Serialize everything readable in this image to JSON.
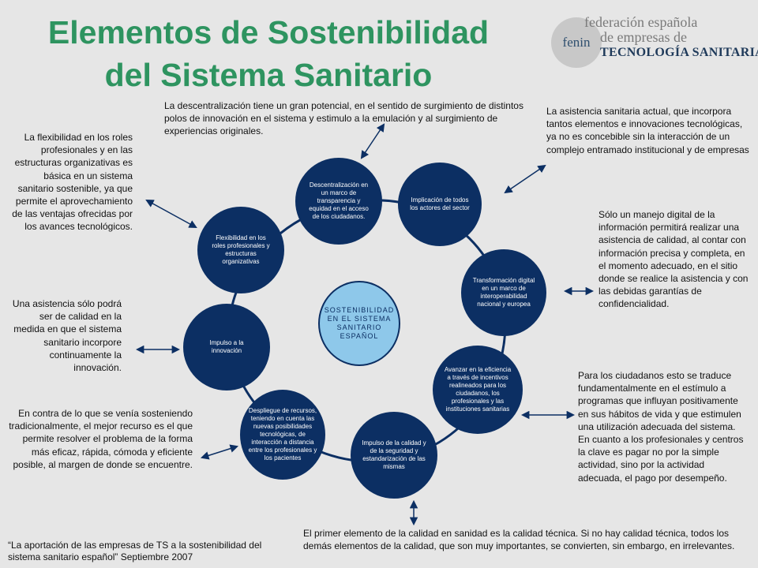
{
  "title": {
    "line1": "Elementos de Sostenibilidad",
    "line2": "del Sistema  Sanitario"
  },
  "logo": {
    "mark": "fenin",
    "line1": "federación española",
    "line2": "de empresas de",
    "line3": "TECNOLOGÍA SANITARIA"
  },
  "center": {
    "label": "SOSTENIBILIDAD\nEN EL SISTEMA\nSANITARIO\nESPAÑOL"
  },
  "nodes": [
    {
      "label": "Descentralización en un marco de transparencia y equidad en el acceso de los ciudadanos."
    },
    {
      "label": "Implicación de todos los actores del sector"
    },
    {
      "label": "Transformación digital en un marco de interoperabilidad nacional y europea"
    },
    {
      "label": "Avanzar en la eficiencia a través de incentivos realineados para los ciudadanos, los profesionales y las instituciones sanitarias"
    },
    {
      "label": "Impulso de la calidad y de la seguridad y estandarización de las mismas"
    },
    {
      "label": "Despliegue de recursos, teniendo en cuenta las nuevas posibilidades tecnológicas, de interacción a distancia entre los profesionales y los pacientes"
    },
    {
      "label": "Impulso a la innovación"
    },
    {
      "label": "Flexibilidad en los roles profesionales y estructuras organizativas"
    }
  ],
  "notes": {
    "top_center": "La descentralización tiene un gran potencial, en el sentido de surgimiento de distintos polos de innovación en el sistema y estimulo a la emulación y al surgimiento de experiencias originales.",
    "top_right": "La asistencia sanitaria actual, que incorpora tantos elementos e innovaciones tecnológicas, ya no es concebible sin la interacción de un complejo entramado institucional y de empresas",
    "right_digital": "Sólo un manejo digital de la información permitirá realizar una asistencia de calidad, al contar con información precisa y completa, en el momento adecuado, en el sitio donde se realice la asistencia y con las debidas garantías de confidencialidad.",
    "right_citizens": "Para los ciudadanos esto se traduce fundamentalmente en el estímulo a programas que influyan positivamente en sus hábitos de vida y que estimulen una utilización adecuada del sistema. En cuanto a los profesionales y centros la clave es pagar no por la simple actividad, sino por la actividad adecuada, el pago por desempeño.",
    "bottom_quality": "El primer elemento de la calidad en sanidad es la calidad técnica. Si no hay calidad técnica, todos los demás elementos de la calidad, que son muy importantes, se convierten, sin embargo, en irrelevantes.",
    "left_resources": "En contra de lo que se venía sosteniendo tradicionalmente, el mejor recurso es el que permite resolver el problema de la forma más eficaz, rápida, cómoda y eficiente posible, al margen de donde se encuentre.",
    "left_innovation": "Una asistencia sólo podrá ser de calidad en la medida en que el sistema sanitario incorpore continuamente la innovación.",
    "left_flexibility": "La flexibilidad en los roles profesionales y en las estructuras organizativas es básica en un sistema sanitario sostenible, ya que permite el aprovechamiento de las ventajas ofrecidas por los avances tecnológicos."
  },
  "footer": "“La aportación de las empresas de TS a la sostenibilidad del sistema sanitario español”  Septiembre 2007",
  "colors": {
    "title": "#2e9460",
    "node": "#0c2f63",
    "center": "#8ec8ea",
    "background": "#e6e6e6"
  }
}
